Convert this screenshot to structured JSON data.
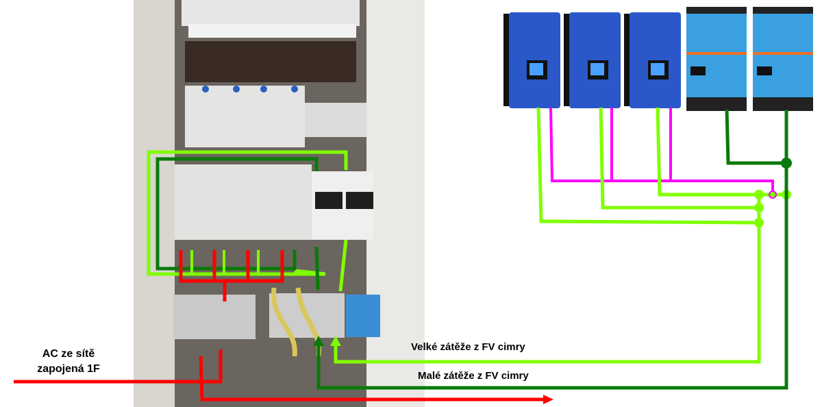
{
  "labels": {
    "ac_grid_line1": "AC ze sítě",
    "ac_grid_line2": "zapojená 1F",
    "large_loads": "Velké zátěže z FV cimry",
    "small_loads": "Malé zátěže z FV cimry"
  },
  "devices": {
    "grid_tie_inverters": [
      {
        "name": "grid-tie-inverter-1",
        "color": "#2a58c8"
      },
      {
        "name": "grid-tie-inverter-2",
        "color": "#2a58c8"
      },
      {
        "name": "grid-tie-inverter-3",
        "color": "#2a58c8"
      }
    ],
    "victron_inverters": [
      {
        "name": "victron-multiplus-1",
        "color": "#3aa0e0"
      },
      {
        "name": "victron-multiplus-2",
        "color": "#3aa0e0"
      }
    ]
  },
  "colors": {
    "grid_ac": "#ff0000",
    "large_loads": "#80ff00",
    "small_loads": "#0a7a0a",
    "neutral_link": "#ff00ff"
  }
}
